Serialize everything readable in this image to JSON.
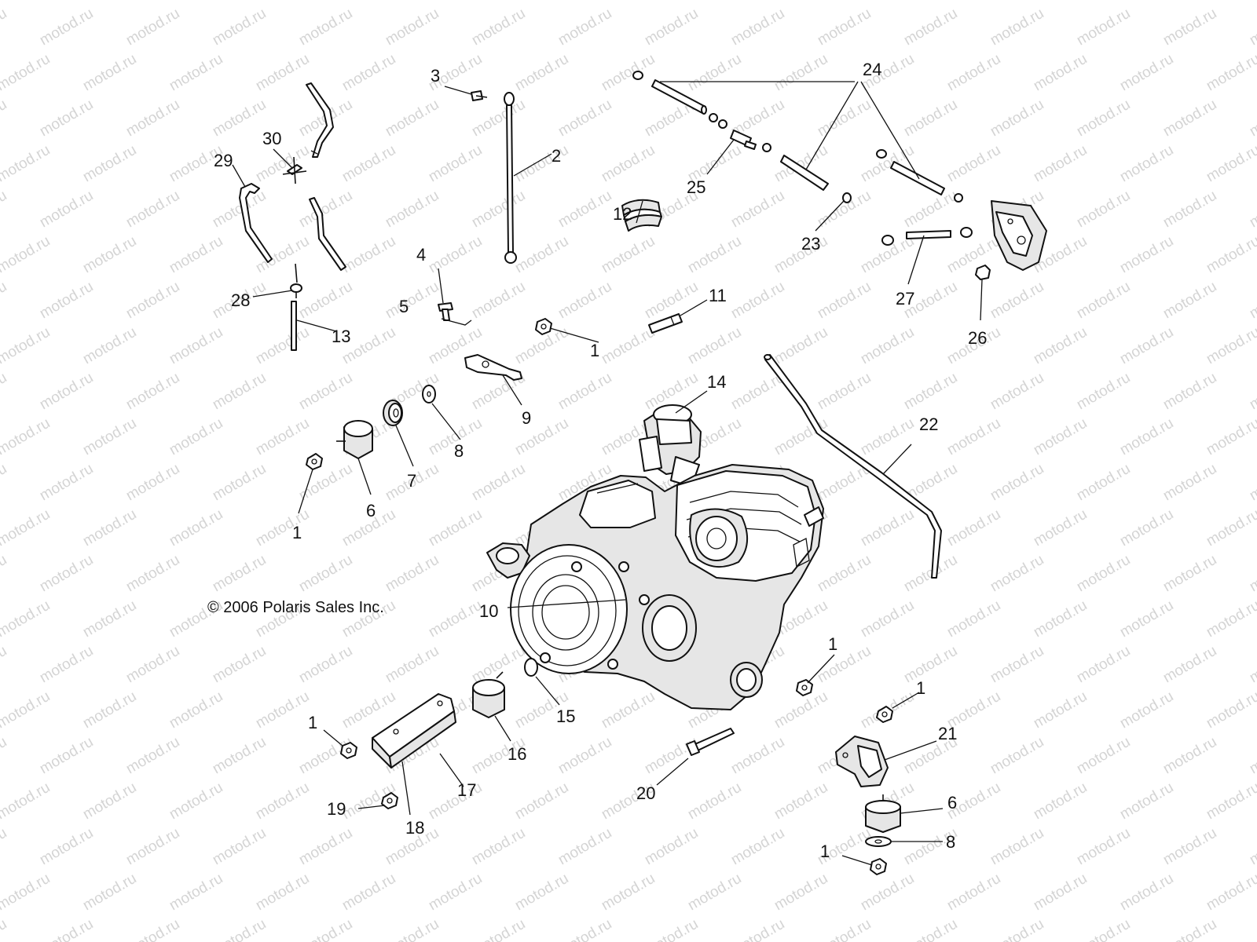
{
  "copyright": "© 2006 Polaris Sales Inc.",
  "watermark": "motod.ru",
  "colors": {
    "background": "#ffffff",
    "ink": "#111111",
    "watermark": "#d4d4d4"
  },
  "callouts": [
    {
      "id": "1a",
      "label": "1"
    },
    {
      "id": "1b",
      "label": "1"
    },
    {
      "id": "1c",
      "label": "1"
    },
    {
      "id": "1d",
      "label": "1"
    },
    {
      "id": "1e",
      "label": "1"
    },
    {
      "id": "1f",
      "label": "1"
    },
    {
      "id": "1g",
      "label": "1"
    },
    {
      "id": "2",
      "label": "2"
    },
    {
      "id": "3",
      "label": "3"
    },
    {
      "id": "4",
      "label": "4"
    },
    {
      "id": "5",
      "label": "5"
    },
    {
      "id": "6a",
      "label": "6"
    },
    {
      "id": "6b",
      "label": "6"
    },
    {
      "id": "7",
      "label": "7"
    },
    {
      "id": "8a",
      "label": "8"
    },
    {
      "id": "8b",
      "label": "8"
    },
    {
      "id": "9",
      "label": "9"
    },
    {
      "id": "10",
      "label": "10"
    },
    {
      "id": "11",
      "label": "11"
    },
    {
      "id": "12",
      "label": "12"
    },
    {
      "id": "13",
      "label": "13"
    },
    {
      "id": "14",
      "label": "14"
    },
    {
      "id": "15",
      "label": "15"
    },
    {
      "id": "16",
      "label": "16"
    },
    {
      "id": "17",
      "label": "17"
    },
    {
      "id": "18",
      "label": "18"
    },
    {
      "id": "19",
      "label": "19"
    },
    {
      "id": "20",
      "label": "20"
    },
    {
      "id": "21",
      "label": "21"
    },
    {
      "id": "22",
      "label": "22"
    },
    {
      "id": "23",
      "label": "23"
    },
    {
      "id": "24",
      "label": "24"
    },
    {
      "id": "25",
      "label": "25"
    },
    {
      "id": "26",
      "label": "26"
    },
    {
      "id": "27",
      "label": "27"
    },
    {
      "id": "28",
      "label": "28"
    },
    {
      "id": "29",
      "label": "29"
    },
    {
      "id": "30",
      "label": "30"
    }
  ]
}
